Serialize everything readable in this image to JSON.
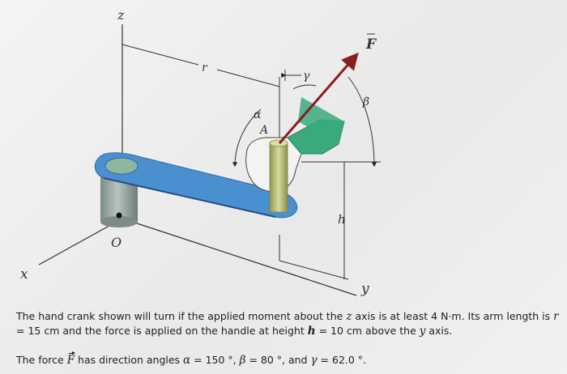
{
  "figure": {
    "labels": {
      "z": "z",
      "x": "x",
      "y": "y",
      "o": "O",
      "a": "A",
      "r": "r",
      "h": "h",
      "alpha": "α",
      "beta": "β",
      "gamma": "γ",
      "force": "F"
    },
    "colors": {
      "crank_blue": "#4a8fd0",
      "cylinder_grey": "#8e9e94",
      "handle_yellow": "#b8bf76",
      "force_red": "#8a1e1e",
      "hand_green": "#3aaa7a"
    }
  },
  "problem": {
    "line1_pre": "The hand crank shown will turn if the applied moment about the",
    "axis_z": "z",
    "line1_mid": "axis is at least 4 N·m. Its arm length is",
    "var_r": "r",
    "line1_post": "= 15 cm and the force is applied on the handle at height",
    "var_h": "h",
    "line1_end": "= 10 cm above the",
    "axis_y": "y",
    "line1_tail": "axis.",
    "line2_pre": "The force",
    "var_F": "F",
    "line2_mid": "has direction angles",
    "alpha_sym": "α",
    "alpha_val": "= 150 °,",
    "beta_sym": "β",
    "beta_val": "= 80 °, and",
    "gamma_sym": "γ",
    "gamma_val": "= 62.0 °."
  }
}
